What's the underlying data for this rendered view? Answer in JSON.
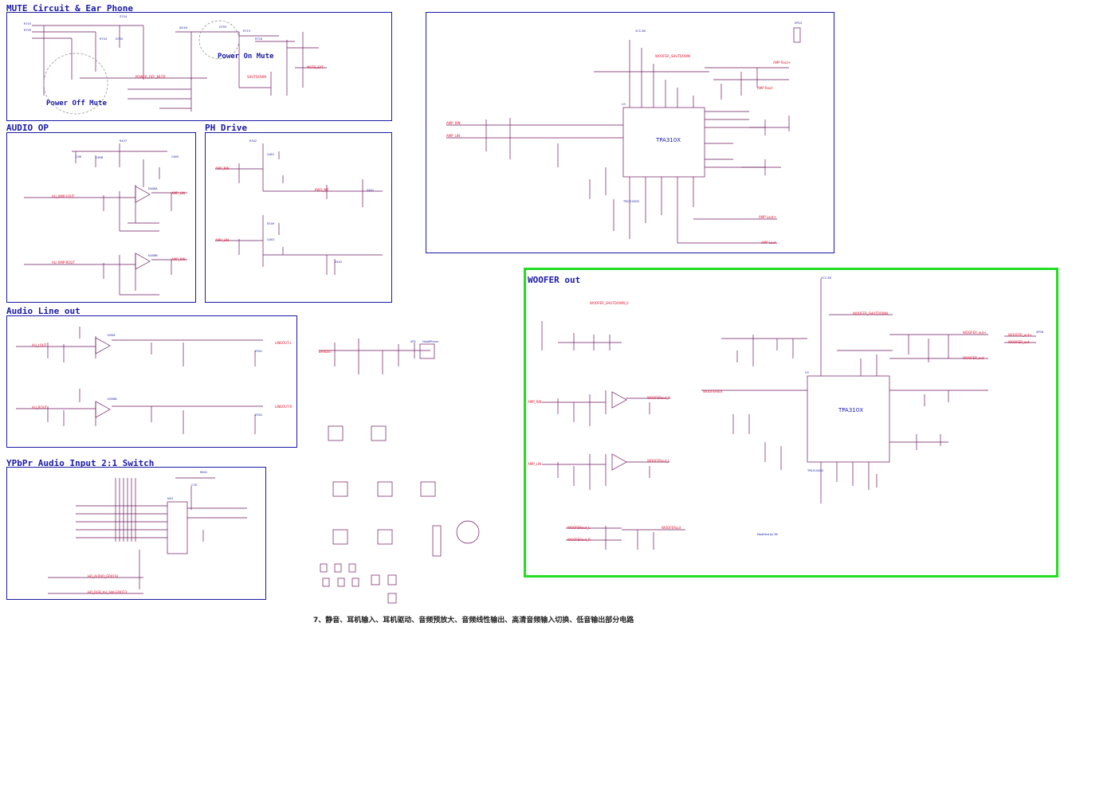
{
  "sections": {
    "mute": "MUTE Circuit & Ear Phone",
    "audio_op": "AUDIO OP",
    "ph_drive": "PH Drive",
    "line_out": "Audio Line out",
    "ypbpr": "YPbPr Audio Input 2:1 Switch",
    "woofer": "WOOFER out"
  },
  "annotations": {
    "power_on_mute": "Power On Mute",
    "power_off_mute": "Power Off Mute"
  },
  "chips": {
    "amp_main": "TPA310X",
    "amp_woofer": "TPA310X"
  },
  "caption": "7、静音、耳机输入、耳机驱动、音频预放大、音频线性输出、高清音频输入切换、低音输出部分电路",
  "colors": {
    "panel_border": "#1a1aa6",
    "woofer_border": "#22dd22",
    "wire": "#6e1660",
    "net_label": "#e0142c",
    "component": "#1a1aa6"
  }
}
